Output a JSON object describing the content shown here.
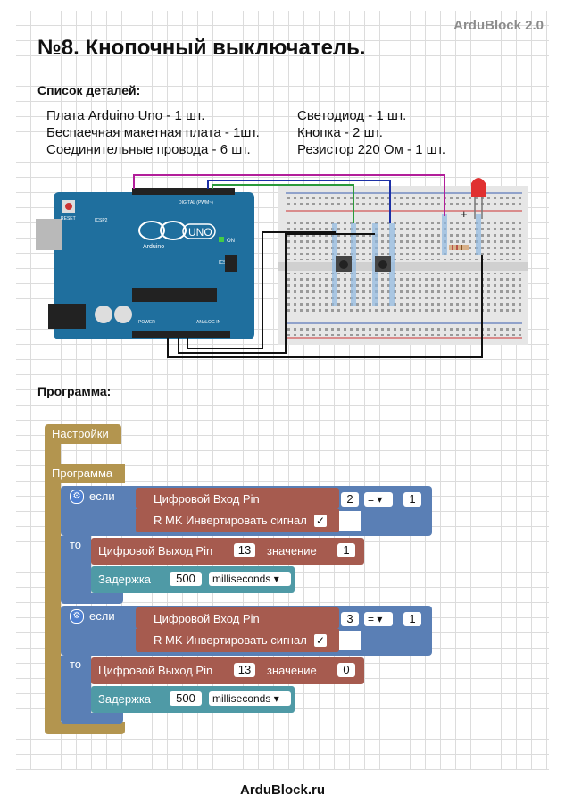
{
  "brand": "ArduBlock 2.0",
  "title": "№8. Кнопочный выключатель.",
  "parts_heading": "Список деталей:",
  "parts_left": [
    "Плата Arduino Uno - 1 шт.",
    "Беспаечная макетная плата - 1шт.",
    "Соединительные провода - 6 шт."
  ],
  "parts_right": [
    "Светодиод - 1 шт.",
    "Кнопка - 2 шт.",
    "Резистор 220 Ом - 1 шт."
  ],
  "program_heading": "Программа:",
  "circuit": {
    "board_logo": "UNO",
    "board_brand": "Arduino",
    "on_label": "ON",
    "digital_label": "DIGITAL (PWM~)",
    "power_label": "POWER",
    "analog_label": "ANALOG IN",
    "reset_label": "RESET",
    "icsp2_label": "ICSP2",
    "icsp_label": "ICSP",
    "plus_label": "+"
  },
  "program": {
    "setup_label": "Настройки",
    "loop_label": "Программа",
    "blocks": [
      {
        "if_label": "если",
        "read_label": "Цифровой Вход Pin",
        "pin": "2",
        "operator": "=",
        "compare_value": "1",
        "invert_label": "R MK Инвертировать сигнал",
        "invert_checked": "✓",
        "then_label": "то",
        "write_label": "Цифровой Выход Pin",
        "write_pin": "13",
        "value_label": "значение",
        "write_value": "1",
        "delay_label": "Задержка",
        "delay_value": "500",
        "delay_unit": "milliseconds"
      },
      {
        "if_label": "если",
        "read_label": "Цифровой Вход Pin",
        "pin": "3",
        "operator": "=",
        "compare_value": "1",
        "invert_label": "R MK Инвертировать сигнал",
        "invert_checked": "✓",
        "then_label": "то",
        "write_label": "Цифровой Выход Pin",
        "write_pin": "13",
        "value_label": "значение",
        "write_value": "0",
        "delay_label": "Задержка",
        "delay_value": "500",
        "delay_unit": "milliseconds"
      }
    ]
  },
  "colors": {
    "board": "#1f6f9e",
    "breadboard": "#e6e6e6",
    "setup_block": "#b3954f",
    "if_block": "#5a7fb5",
    "read_block": "#a65b4f",
    "delay_block": "#4f9aa6",
    "led": "#e03030"
  },
  "footer": "ArduBlock.ru"
}
